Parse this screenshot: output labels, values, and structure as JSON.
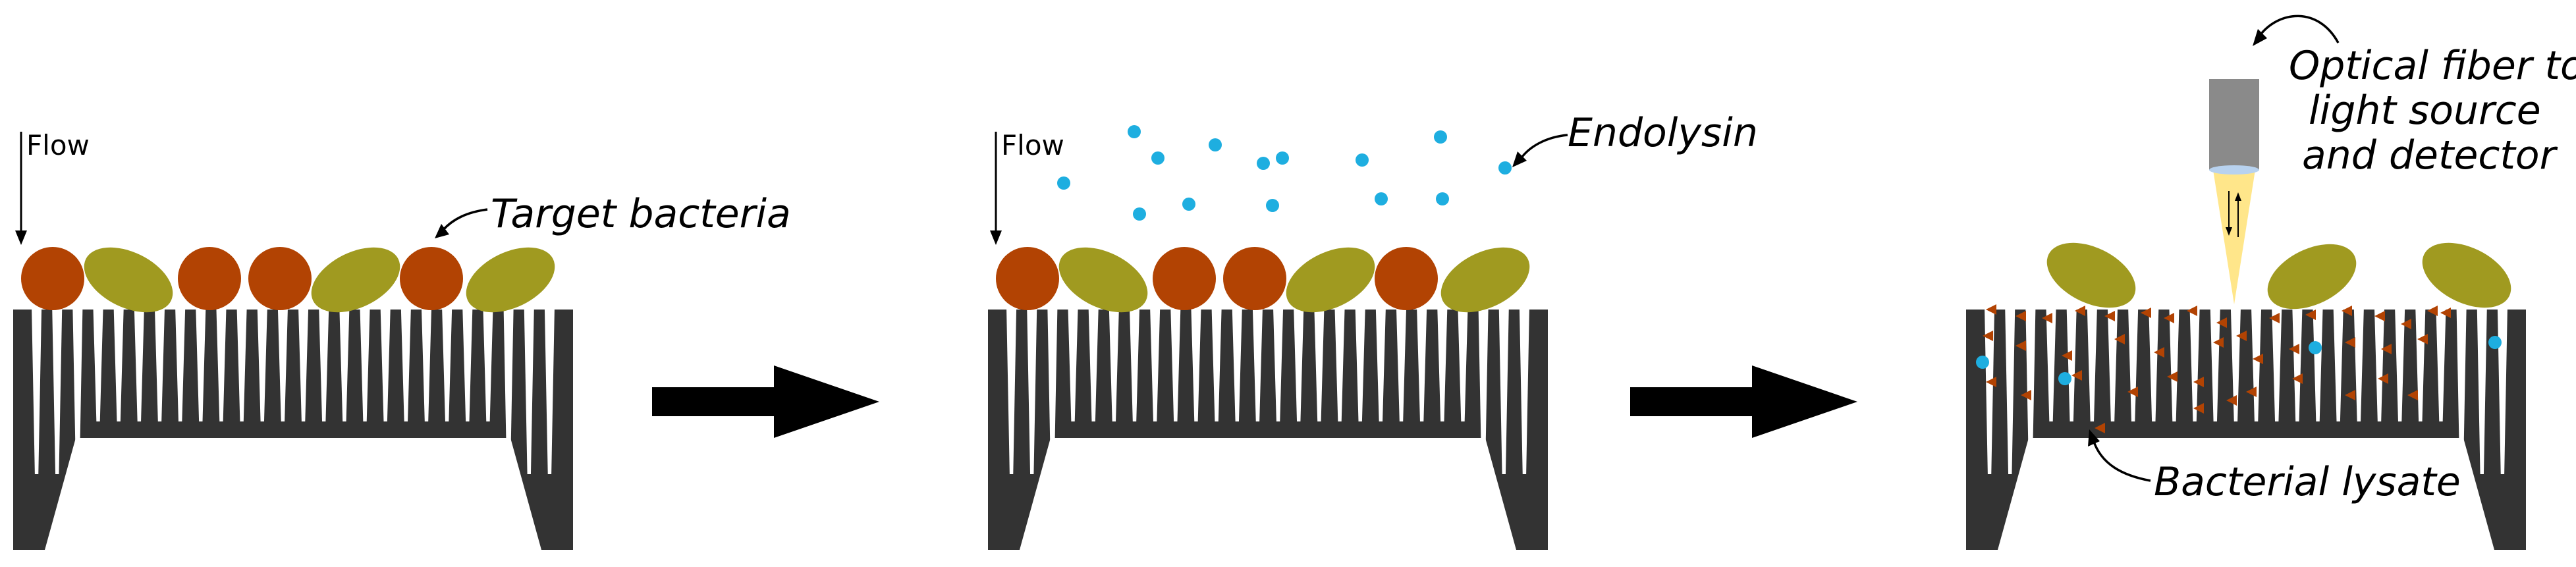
{
  "labels": {
    "flow": "Flow",
    "target_bacteria": "Target bacteria",
    "endolysin": "Endolysin",
    "optical_fiber_line1": "Optical fiber to",
    "optical_fiber_line2": "light source",
    "optical_fiber_line3": "and detector",
    "bacterial_lysate": "Bacterial lysate"
  },
  "colors": {
    "membrane": "#333333",
    "arrow": "#000000",
    "round_bacteria": "#b24303",
    "rod_bacteria": "#a09a20",
    "endolysin": "#1eaee0",
    "lysate_fragment": "#b24303",
    "fiber_body": "#8a8a8a",
    "fiber_tip": "#b8d2ef",
    "light_cone": "#ffe68a",
    "background": "#ffffff"
  },
  "panels": [
    {
      "name": "capture",
      "bacteria": [
        "round",
        "rod",
        "round",
        "round",
        "rod",
        "round",
        "rod"
      ]
    },
    {
      "name": "endolysin-addition",
      "bacteria": [
        "round",
        "rod",
        "round",
        "round",
        "rod",
        "round",
        "rod"
      ]
    },
    {
      "name": "lysis-detection",
      "bacteria": [
        "rod",
        "rod",
        "rod"
      ]
    }
  ]
}
